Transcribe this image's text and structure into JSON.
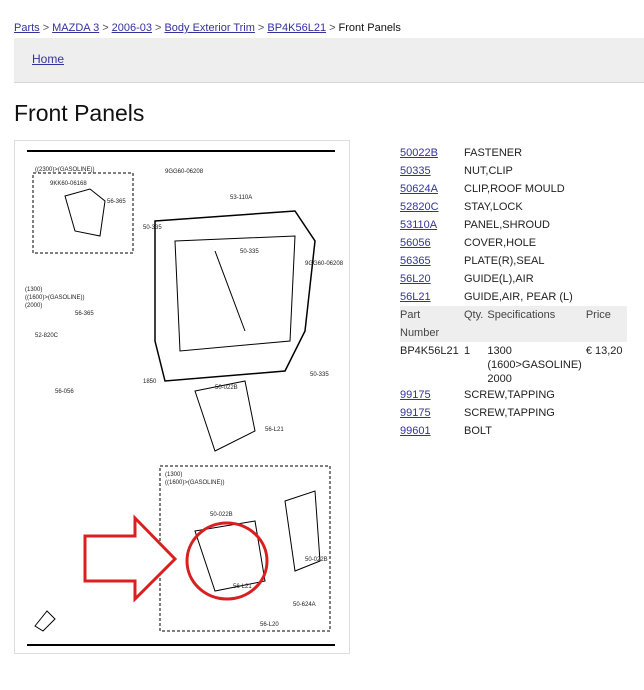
{
  "breadcrumb": {
    "items": [
      "Parts",
      "MAZDA 3",
      "2006-03",
      "Body Exterior Trim",
      "BP4K56L21"
    ],
    "current": "Front Panels",
    "separator": ">"
  },
  "nav": {
    "home": "Home"
  },
  "page_title": "Front Panels",
  "diagram": {
    "labels": [
      "((2300)>(GASOLINE))",
      "9KK60-06168",
      "56-365",
      "9GG60-06208",
      "53-110A",
      "50-335",
      "50-335",
      "9GG60-06208",
      "(1300)",
      "((1600)>(GASOLINE))",
      "(2000)",
      "56-365",
      "52-820C",
      "1850",
      "50-335",
      "50-022B",
      "56-056",
      "56-L21",
      "(1300)",
      "((1600)>(GASOLINE))",
      "50-022B",
      "50-022B",
      "56-L21",
      "50-624A",
      "56-L20"
    ],
    "accent": "#d92020"
  },
  "parts": [
    {
      "number": "50022B",
      "name": "FASTENER"
    },
    {
      "number": "50335",
      "name": "NUT,CLIP"
    },
    {
      "number": "50624A",
      "name": "CLIP,ROOF MOULD"
    },
    {
      "number": "52820C",
      "name": "STAY,LOCK"
    },
    {
      "number": "53110A",
      "name": "PANEL,SHROUD"
    },
    {
      "number": "56056",
      "name": "COVER,HOLE"
    },
    {
      "number": "56365",
      "name": "PLATE(R),SEAL"
    },
    {
      "number": "56L20",
      "name": "GUIDE(L),AIR"
    },
    {
      "number": "56L21",
      "name": "GUIDE,AIR, PEAR (L)"
    }
  ],
  "detail": {
    "headers": [
      "Part Number",
      "Qty.",
      "Specifications",
      "Price"
    ],
    "row": {
      "part_number": "BP4K56L21",
      "qty": "1",
      "spec": [
        "1300",
        "(1600>GASOLINE)",
        "2000"
      ],
      "price": "€ 13,20"
    }
  },
  "parts_after": [
    {
      "number": "99175",
      "name": "SCREW,TAPPING"
    },
    {
      "number": "99175",
      "name": "SCREW,TAPPING"
    },
    {
      "number": "99601",
      "name": "BOLT"
    }
  ]
}
